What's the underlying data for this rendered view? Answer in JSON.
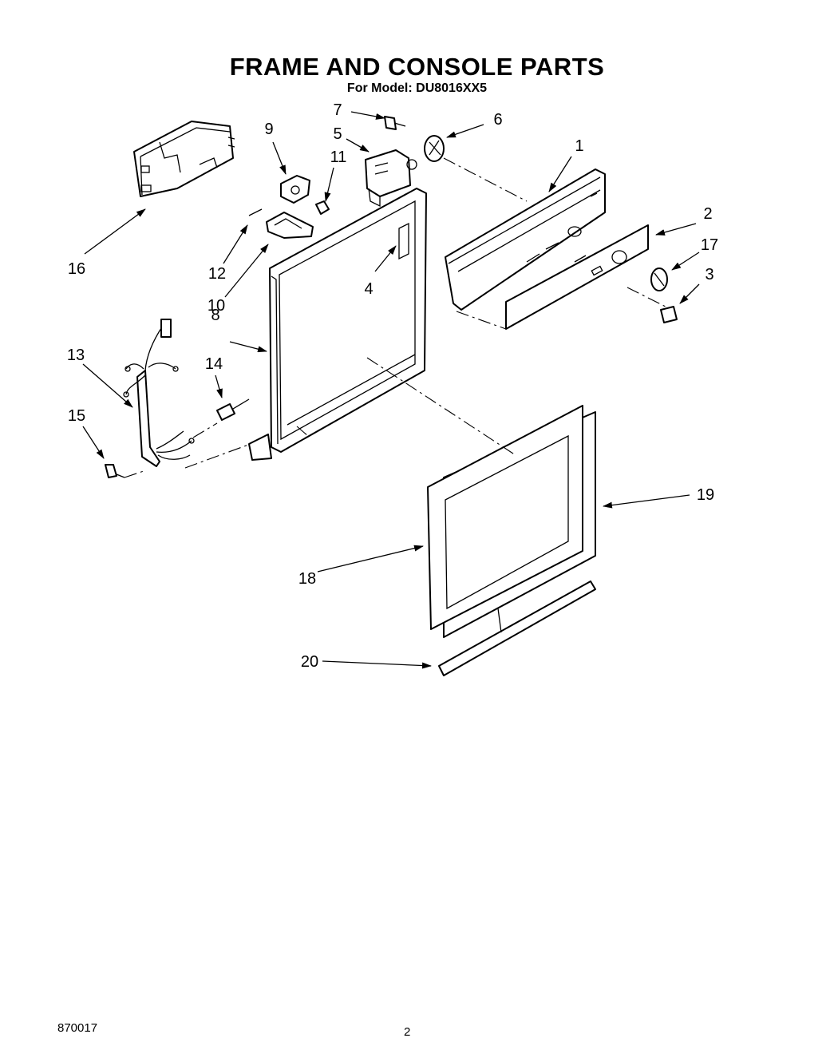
{
  "header": {
    "title": "FRAME AND CONSOLE PARTS",
    "subtitle": "For Model: DU8016XX5"
  },
  "callouts": [
    "1",
    "2",
    "3",
    "4",
    "5",
    "6",
    "7",
    "8",
    "9",
    "10",
    "11",
    "12",
    "13",
    "14",
    "15",
    "16",
    "17",
    "18",
    "19",
    "20"
  ],
  "footer": {
    "doc_number": "870017",
    "page_number": "2"
  }
}
